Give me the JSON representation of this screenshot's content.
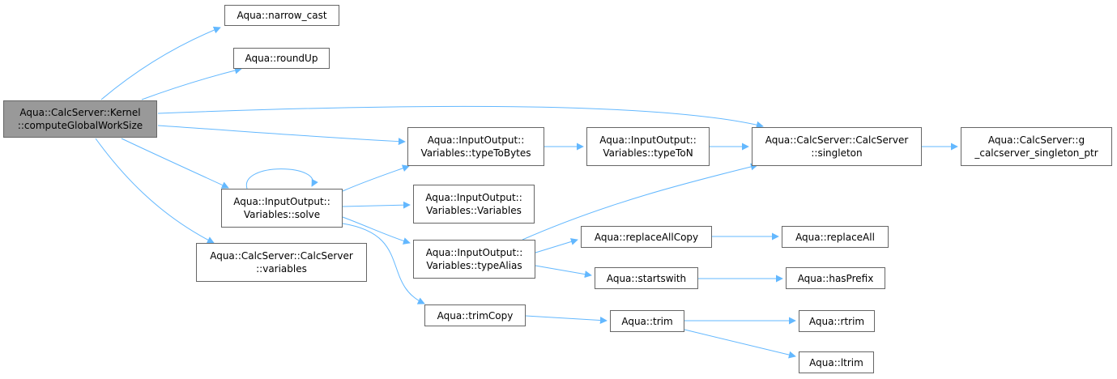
{
  "colors": {
    "edge": "#63b8ff",
    "root_fill": "#999999",
    "node_border": "#666666"
  },
  "nodes": {
    "root": {
      "line1": "Aqua::CalcServer::Kernel",
      "line2": "::computeGlobalWorkSize"
    },
    "narrow": {
      "line1": "Aqua::narrow_cast"
    },
    "roundup": {
      "line1": "Aqua::roundUp"
    },
    "singleton": {
      "line1": "Aqua::CalcServer::CalcServer",
      "line2": "::singleton"
    },
    "gptr": {
      "line1": "Aqua::CalcServer::g",
      "line2": "_calcserver_singleton_ptr"
    },
    "typetobytes": {
      "line1": "Aqua::InputOutput::",
      "line2": "Variables::typeToBytes"
    },
    "typeton": {
      "line1": "Aqua::InputOutput::",
      "line2": "Variables::typeToN"
    },
    "solve": {
      "line1": "Aqua::InputOutput::",
      "line2": "Variables::solve"
    },
    "variables_ctor": {
      "line1": "Aqua::InputOutput::",
      "line2": "Variables::Variables"
    },
    "typealias": {
      "line1": "Aqua::InputOutput::",
      "line2": "Variables::typeAlias"
    },
    "calc_variables": {
      "line1": "Aqua::CalcServer::CalcServer",
      "line2": "::variables"
    },
    "replaceallcopy": {
      "line1": "Aqua::replaceAllCopy"
    },
    "replaceall": {
      "line1": "Aqua::replaceAll"
    },
    "startswith": {
      "line1": "Aqua::startswith"
    },
    "hasprefix": {
      "line1": "Aqua::hasPrefix"
    },
    "trimcopy": {
      "line1": "Aqua::trimCopy"
    },
    "trim": {
      "line1": "Aqua::trim"
    },
    "rtrim": {
      "line1": "Aqua::rtrim"
    },
    "ltrim": {
      "line1": "Aqua::ltrim"
    }
  },
  "edges": [
    [
      "root",
      "narrow"
    ],
    [
      "root",
      "roundup"
    ],
    [
      "root",
      "singleton"
    ],
    [
      "root",
      "typetobytes"
    ],
    [
      "root",
      "solve"
    ],
    [
      "root",
      "calc_variables"
    ],
    [
      "typetobytes",
      "typeton"
    ],
    [
      "typeton",
      "singleton"
    ],
    [
      "singleton",
      "gptr"
    ],
    [
      "solve",
      "solve"
    ],
    [
      "solve",
      "typetobytes"
    ],
    [
      "solve",
      "variables_ctor"
    ],
    [
      "solve",
      "typealias"
    ],
    [
      "solve",
      "trimcopy"
    ],
    [
      "typealias",
      "singleton"
    ],
    [
      "typealias",
      "replaceallcopy"
    ],
    [
      "typealias",
      "startswith"
    ],
    [
      "replaceallcopy",
      "replaceall"
    ],
    [
      "startswith",
      "hasprefix"
    ],
    [
      "trimcopy",
      "trim"
    ],
    [
      "trim",
      "rtrim"
    ],
    [
      "trim",
      "ltrim"
    ]
  ]
}
